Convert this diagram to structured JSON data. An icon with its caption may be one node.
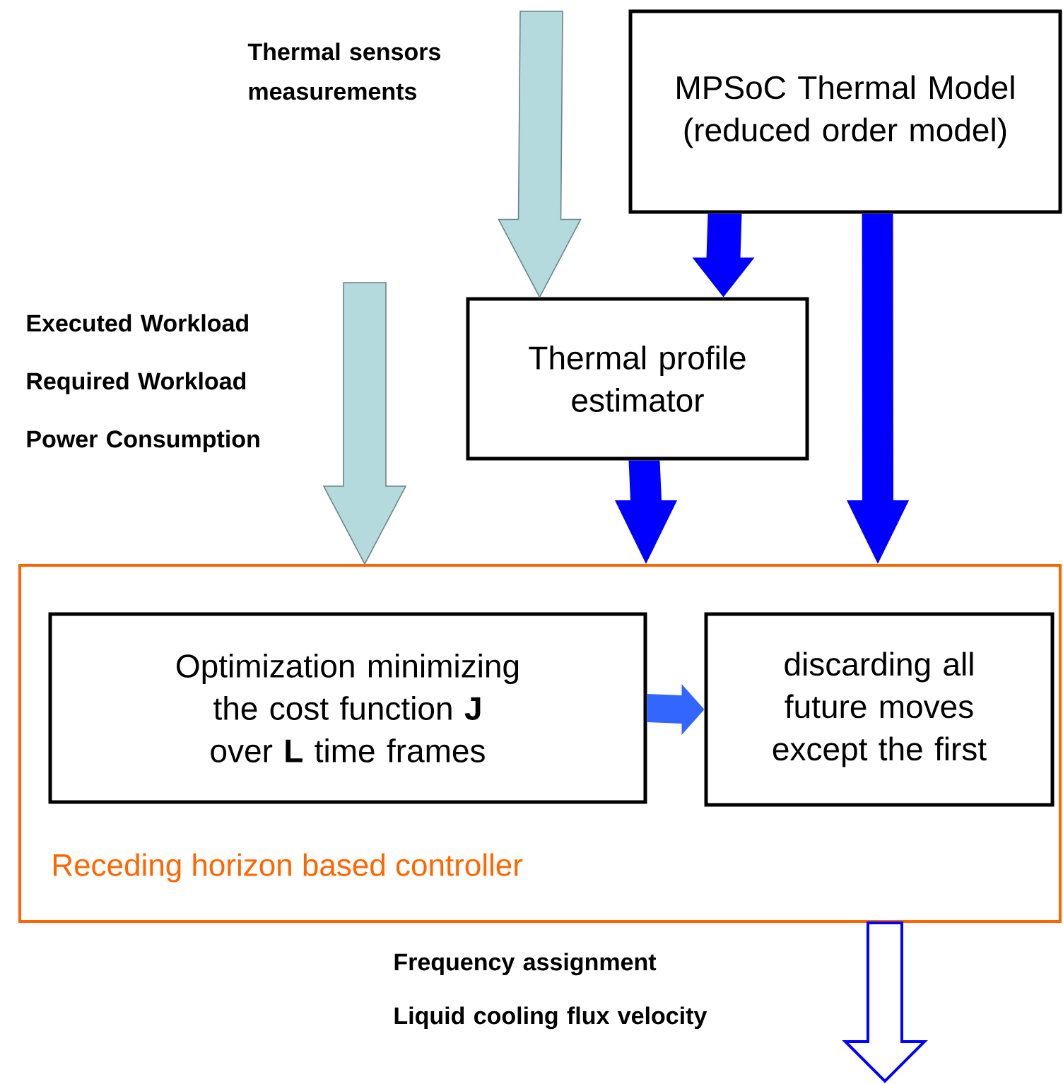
{
  "diagram": {
    "nodes": [
      {
        "text": [
          "MPSoC Thermal Model (reduced order model)"
        ]
      },
      {
        "text": [
          "Thermal profile estimator"
        ]
      },
      {
        "text": [
          "Receding horizon based controller"
        ]
      },
      {
        "text": [
          "Optimization minimizing the cost function **J** over **L** time frames"
        ],
        "in": 2
      },
      {
        "text": [
          "discarding all future moves except the first"
        ],
        "in": 2
      }
    ],
    "edges": [
      {
        "from": null,
        "to": 1,
        "arrow": "to",
        "color": "#b4dadd"
      },
      {
        "from": 0,
        "to": 1,
        "arrow": "to"
      },
      {
        "from": null,
        "to": 2,
        "arrow": "to",
        "color": "#b4dadd"
      },
      {
        "from": 1,
        "to": 2,
        "arrow": "to"
      },
      {
        "from": 0,
        "to": 2,
        "arrow": "to"
      },
      {
        "from": 3,
        "to": 4,
        "arrow": "to",
        "color": "#3366ff"
      },
      {
        "from": 2,
        "to": null,
        "arrow": "to"
      }
    ],
    "labels": [
      "Thermal sensors measurements",
      "Executed Workload",
      "Required Workload",
      "Power Consumption",
      "Frequency assignment",
      "Liquid cooling flux velocity"
    ]
  }
}
